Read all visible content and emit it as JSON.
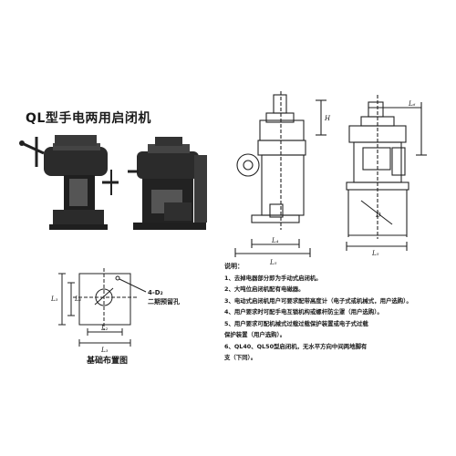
{
  "title": "QL型手电两用启闭机",
  "base_layout": {
    "caption": "基础布置图",
    "holes_label_1": "4-D₂",
    "holes_label_2": "二期预留孔",
    "dims": {
      "l1": "L₁",
      "l2": "L₂",
      "l3": "L₃"
    }
  },
  "side_view": {
    "dims": {
      "l4": "L₄",
      "l5": "L₅",
      "h": "H"
    }
  },
  "front_view": {
    "dims": {
      "l5": "L₅",
      "l6": "L₆",
      "d": "D"
    }
  },
  "notes": {
    "title": "说明：",
    "lines": [
      "1、去掉电器部分即为手动式启闭机。",
      "2、大吨位启闭机配有电磁器。",
      "3、电动式启闭机用户可要求配带高度计（电子式或机械式，用户选购）。",
      "4、用户要求时可配手电互锁机构或螺杆防尘罩（用户选购）。",
      "5、用户要求可配机械式过载过载保护装置或电子式过载",
      "   保护装置（用户选购）。",
      "6、QL40、QL50型启闭机，无水平方向中间两地脚有",
      "   支（下同）。"
    ]
  }
}
